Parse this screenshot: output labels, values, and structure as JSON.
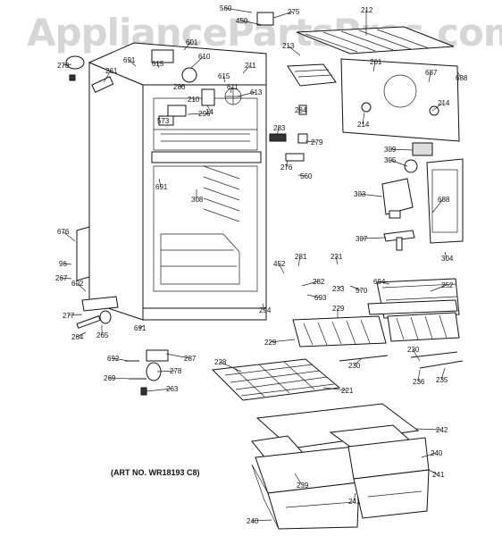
{
  "watermark": "AppliancePartsPros.com",
  "art_number": "(ART NO. WR18193 C8)",
  "labels": [
    "560",
    "450",
    "275",
    "212",
    "691",
    "615",
    "601",
    "610",
    "270",
    "261",
    "280",
    "615",
    "611",
    "211",
    "213",
    "201",
    "687",
    "688",
    "210",
    "613",
    "296",
    "14",
    "573",
    "284",
    "214",
    "214",
    "283",
    "279",
    "276",
    "560",
    "309",
    "305",
    "303",
    "688",
    "691",
    "308",
    "676",
    "96",
    "267",
    "602",
    "277",
    "264",
    "265",
    "307",
    "304",
    "281",
    "231",
    "452",
    "282",
    "233",
    "570",
    "694",
    "252",
    "693",
    "229",
    "294",
    "691",
    "229",
    "287",
    "692",
    "278",
    "230",
    "230",
    "228",
    "236",
    "235",
    "269",
    "263",
    "221",
    "242",
    "240",
    "239",
    "241",
    "241",
    "240"
  ],
  "colors": {
    "line": "#111111",
    "watermark": "#b4b4b4",
    "background": "#ffffff"
  }
}
